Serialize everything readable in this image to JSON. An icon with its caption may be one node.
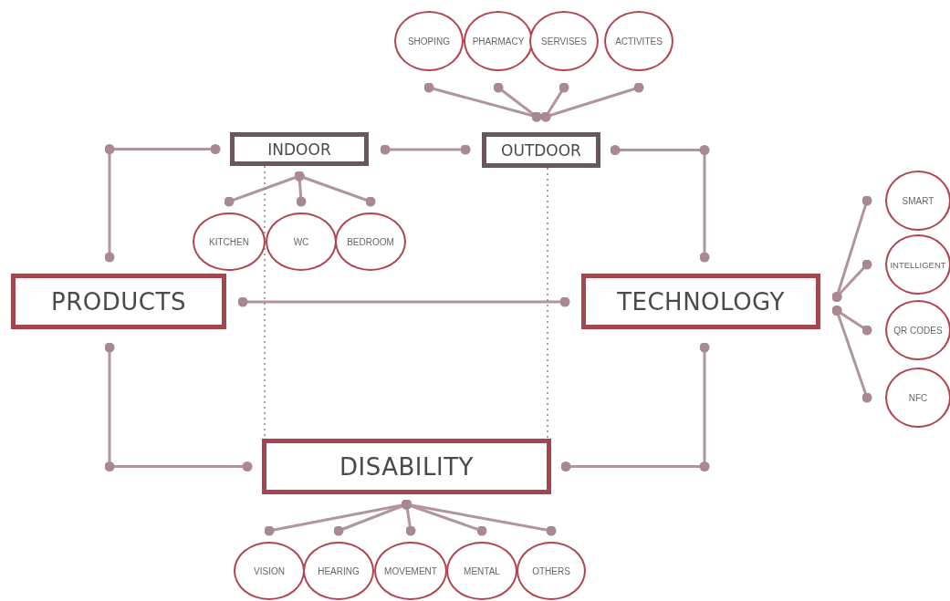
{
  "diagram": {
    "nodes": [
      {
        "text": [
          "SHOPING"
        ]
      },
      {
        "text": [
          "PHARMACY"
        ]
      },
      {
        "text": [
          "SERVISES"
        ]
      },
      {
        "text": [
          "ACTIVITES"
        ]
      },
      {
        "text": [
          "INDOOR"
        ]
      },
      {
        "text": [
          "OUTDOOR"
        ]
      },
      {
        "text": [
          "KITCHEN"
        ]
      },
      {
        "text": [
          "WC"
        ]
      },
      {
        "text": [
          "BEDROOM"
        ]
      },
      {
        "text": [
          "PRODUCTS"
        ]
      },
      {
        "text": [
          "TECHNOLOGY"
        ]
      },
      {
        "text": [
          "SMART"
        ]
      },
      {
        "text": [
          "INTELLIGENT"
        ]
      },
      {
        "text": [
          "QR CODES"
        ]
      },
      {
        "text": [
          "NFC"
        ]
      },
      {
        "text": [
          "DISABILITY"
        ]
      },
      {
        "text": [
          "VISION"
        ]
      },
      {
        "text": [
          "HEARING"
        ]
      },
      {
        "text": [
          "MOVEMENT"
        ]
      },
      {
        "text": [
          "MENTAL"
        ]
      },
      {
        "text": [
          "OTHERS"
        ]
      }
    ],
    "edges": [
      {
        "from": 5,
        "to": 0,
        "arrow": "other"
      },
      {
        "from": 5,
        "to": 1,
        "arrow": "other"
      },
      {
        "from": 5,
        "to": 2,
        "arrow": "other"
      },
      {
        "from": 5,
        "to": 3,
        "arrow": "other"
      },
      {
        "from": 4,
        "to": 5,
        "arrow": "other"
      },
      {
        "from": 4,
        "to": 6,
        "arrow": "other"
      },
      {
        "from": 4,
        "to": 7,
        "arrow": "other"
      },
      {
        "from": 4,
        "to": 8,
        "arrow": "other"
      },
      {
        "from": 9,
        "to": 4,
        "arrow": "other"
      },
      {
        "from": 5,
        "to": 10,
        "arrow": "other"
      },
      {
        "from": 9,
        "to": 10,
        "arrow": "other"
      },
      {
        "from": 10,
        "to": 11,
        "arrow": "other"
      },
      {
        "from": 10,
        "to": 12,
        "arrow": "other"
      },
      {
        "from": 10,
        "to": 13,
        "arrow": "other"
      },
      {
        "from": 10,
        "to": 14,
        "arrow": "other"
      },
      {
        "from": 9,
        "to": 15,
        "arrow": "other"
      },
      {
        "from": 10,
        "to": 15,
        "arrow": "other"
      },
      {
        "from": 4,
        "to": 15,
        "arrow": "none",
        "style": "dashed"
      },
      {
        "from": 5,
        "to": 15,
        "arrow": "none",
        "style": "dashed"
      },
      {
        "from": 15,
        "to": 16,
        "arrow": "other"
      },
      {
        "from": 15,
        "to": 17,
        "arrow": "other"
      },
      {
        "from": 15,
        "to": 18,
        "arrow": "other"
      },
      {
        "from": 15,
        "to": 19,
        "arrow": "other"
      },
      {
        "from": 15,
        "to": 20,
        "arrow": "other"
      }
    ]
  }
}
